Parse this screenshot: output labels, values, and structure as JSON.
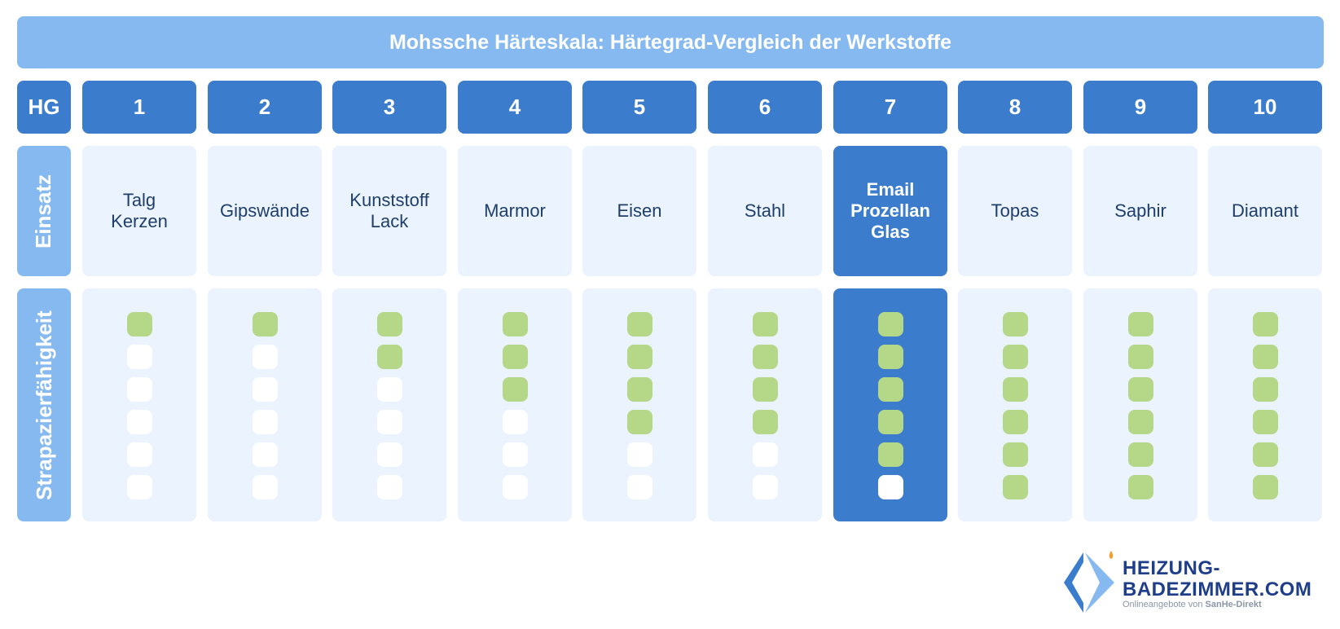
{
  "title": "Mohssche Härteskala: Härtegrad-Vergleich der Werkstoffe",
  "row_labels": {
    "grade": "HG",
    "use": "Einsatz",
    "durability": "Strapazierfähigkeit"
  },
  "max_level": 6,
  "highlight_grade": "7",
  "colors": {
    "header": "#3b7ccd",
    "label": "#86b9f0",
    "cell": "#eaf3fe",
    "level_on": "#b4d788",
    "level_off": "#ffffff"
  },
  "columns": [
    {
      "grade": "1",
      "use": [
        "Talg",
        "Kerzen"
      ],
      "level": 1
    },
    {
      "grade": "2",
      "use": [
        "Gipswände"
      ],
      "level": 1
    },
    {
      "grade": "3",
      "use": [
        "Kunststoff",
        "Lack"
      ],
      "level": 2
    },
    {
      "grade": "4",
      "use": [
        "Marmor"
      ],
      "level": 3
    },
    {
      "grade": "5",
      "use": [
        "Eisen"
      ],
      "level": 4
    },
    {
      "grade": "6",
      "use": [
        "Stahl"
      ],
      "level": 4
    },
    {
      "grade": "7",
      "use": [
        "Email",
        "Prozellan",
        "Glas"
      ],
      "level": 5
    },
    {
      "grade": "8",
      "use": [
        "Topas"
      ],
      "level": 6
    },
    {
      "grade": "9",
      "use": [
        "Saphir"
      ],
      "level": 6
    },
    {
      "grade": "10",
      "use": [
        "Diamant"
      ],
      "level": 6
    }
  ],
  "logo": {
    "line1": "HEIZUNG-",
    "line2": "BADEZIMMER.COM",
    "sub_prefix": "Onlineangebote von",
    "sub_brand": "SanHe-Direkt"
  }
}
